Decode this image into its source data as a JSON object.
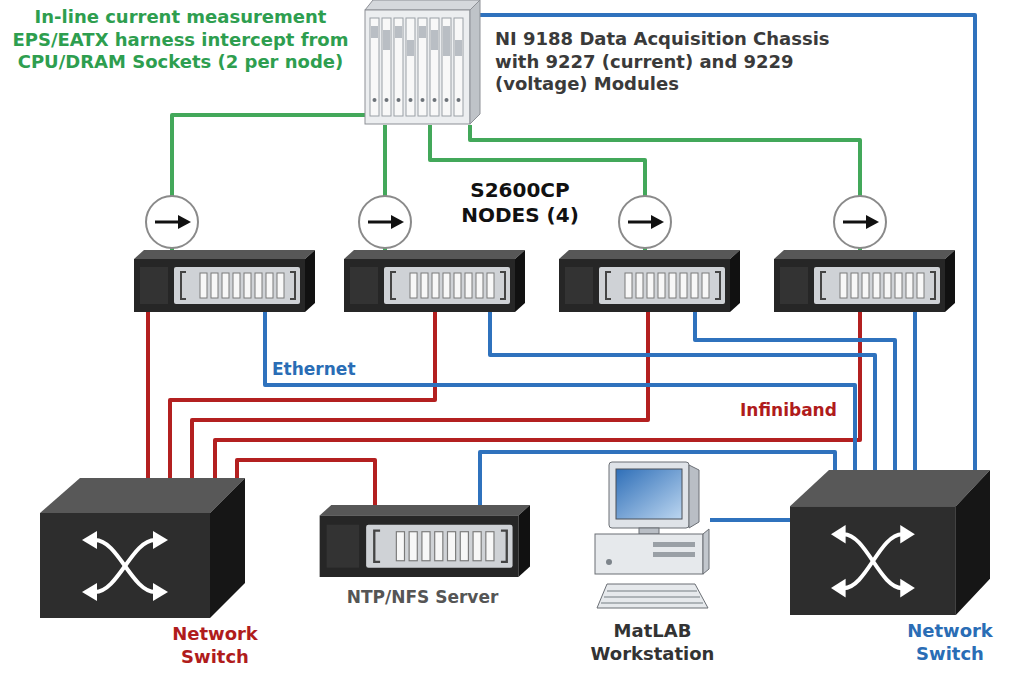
{
  "diagram": {
    "nodes": [
      {
        "text": [
          "NI 9188 Data Acquisition Chassis with 9227 (current) and 9229 (voltage) Modules"
        ]
      },
      {
        "text": []
      },
      {
        "text": []
      },
      {
        "text": []
      },
      {
        "text": []
      },
      {
        "text": [
          "Network Switch"
        ]
      },
      {
        "text": [
          "NTP/NFS Server"
        ]
      },
      {
        "text": [
          "MatLAB Workstation"
        ]
      },
      {
        "text": [
          "Network Switch"
        ]
      }
    ],
    "edges": [
      {
        "from": 0,
        "to": 1,
        "arrow": "none"
      },
      {
        "from": 0,
        "to": 2,
        "arrow": "none"
      },
      {
        "from": 0,
        "to": 3,
        "arrow": "none"
      },
      {
        "from": 0,
        "to": 4,
        "arrow": "none"
      },
      {
        "from": 0,
        "to": 8,
        "arrow": "none"
      },
      {
        "from": 1,
        "to": 5,
        "arrow": "none"
      },
      {
        "from": 2,
        "to": 5,
        "arrow": "none"
      },
      {
        "from": 3,
        "to": 5,
        "arrow": "none"
      },
      {
        "from": 4,
        "to": 5,
        "arrow": "none"
      },
      {
        "from": 6,
        "to": 5,
        "arrow": "none"
      },
      {
        "from": 1,
        "to": 8,
        "arrow": "none"
      },
      {
        "from": 2,
        "to": 8,
        "arrow": "none"
      },
      {
        "from": 3,
        "to": 8,
        "arrow": "none"
      },
      {
        "from": 4,
        "to": 8,
        "arrow": "none"
      },
      {
        "from": 6,
        "to": 8,
        "arrow": "none"
      },
      {
        "from": 7,
        "to": 8,
        "arrow": "none"
      }
    ],
    "labels": [
      "In-line current measurement EPS/EATX harness intercept from CPU/DRAM Sockets (2 per node)",
      "S2600CP NODES (4)",
      "Ethernet",
      "Infiniband"
    ]
  }
}
